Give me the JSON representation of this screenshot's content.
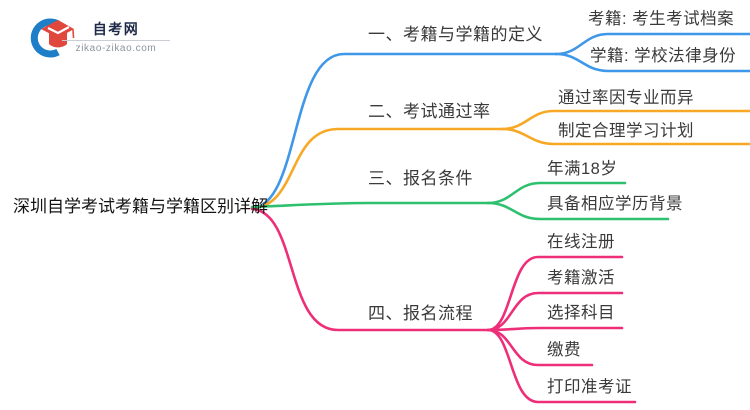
{
  "logo": {
    "name": "自考网",
    "domain": "zikao-zikao.com"
  },
  "central_topic": "深圳自学考试考籍与学籍区别详解",
  "colors": {
    "branch1": "#3e97e8",
    "branch2": "#f7a824",
    "branch3": "#2ec06e",
    "branch4": "#ee2e79",
    "logo_blue": "#1e7ec8",
    "logo_red": "#e0473d",
    "label_text": "#3a3a3a",
    "central_text": "#141414"
  },
  "branches": [
    {
      "label": "一、考籍与学籍的定义",
      "color": "#3e97e8",
      "children": [
        {
          "label": "考籍: 考生考试档案"
        },
        {
          "label": "学籍: 学校法律身份"
        }
      ]
    },
    {
      "label": "二、考试通过率",
      "color": "#f7a824",
      "children": [
        {
          "label": "通过率因专业而异"
        },
        {
          "label": "制定合理学习计划"
        }
      ]
    },
    {
      "label": "三、报名条件",
      "color": "#2ec06e",
      "children": [
        {
          "label": "年满18岁"
        },
        {
          "label": "具备相应学历背景"
        }
      ]
    },
    {
      "label": "四、报名流程",
      "color": "#ee2e79",
      "children": [
        {
          "label": "在线注册"
        },
        {
          "label": "考籍激活"
        },
        {
          "label": "选择科目"
        },
        {
          "label": "缴费"
        },
        {
          "label": "打印准考证"
        }
      ]
    }
  ]
}
